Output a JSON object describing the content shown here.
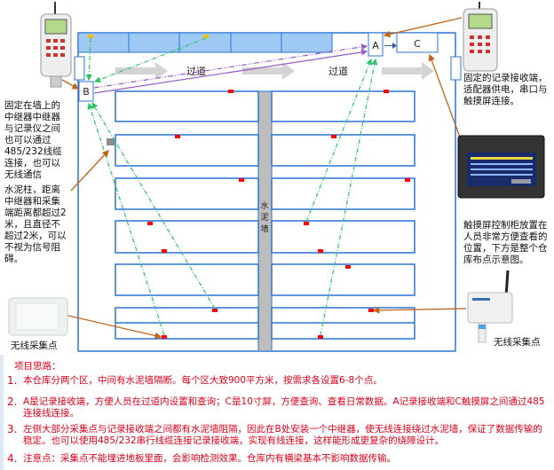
{
  "map": {
    "corridor_label_1": "过道",
    "corridor_label_2": "过道",
    "wall_label": "水泥墙",
    "node_a": "A",
    "node_b": "B",
    "node_c": "C"
  },
  "callouts": {
    "repeater_note": "固定在墙上的中继器中继器与记录仪之间也可以通过485/232线缆连接，也可以无线通信",
    "pillar_note": "水泥柱，距离中继器和采集端距离都超过2米，且直径不超过2米，可以不视为信号阻碍。",
    "receiver_note": "固定的记录接收端，适配器供电，串口与触摸屏连接。",
    "touchscreen_note": "触摸屏控制柜放置在人员非常方便查看的位置，下方是整个仓库布点示意图。",
    "sensor_left_label": "无线采集点",
    "sensor_right_label": "无线采集点"
  },
  "notes": {
    "title": "项目思路：",
    "items": [
      {
        "num": "1.",
        "text": "本仓库分两个区，中间有水泥墙隔断。每个区大致900平方米，按需求各设置6-8个点。"
      },
      {
        "num": "2.",
        "text": "A是记录接收端，方便人员在过道内设置和查询；C是10寸屏，方便查询、查看日常数据。A记录接收端和C触摸屏之间通过485连接线连接。"
      },
      {
        "num": "3.",
        "text": "左侧大部分采集点与记录接收端之间都有水泥墙阻隔，因此在B处安装一个中继器，使无线连接绕过水泥墙，保证了数据传输的稳定。也可以使用485/232串行线缆连接记录接收端，实现有线连接，这样能形成更复杂的绕障设计。"
      },
      {
        "num": "4.",
        "text": "注意点：采集点不能埋进地板里面，会影响检测效果。仓库内有横梁基本不影响数据传输。"
      }
    ]
  },
  "colors": {
    "wall_blue": "#2b74d6",
    "sensor_red": "#ff0000",
    "note_red": "#e0001a",
    "link_green": "#2ec46a",
    "link_purple": "#9b59c6",
    "callout_orange": "#c0641a"
  }
}
